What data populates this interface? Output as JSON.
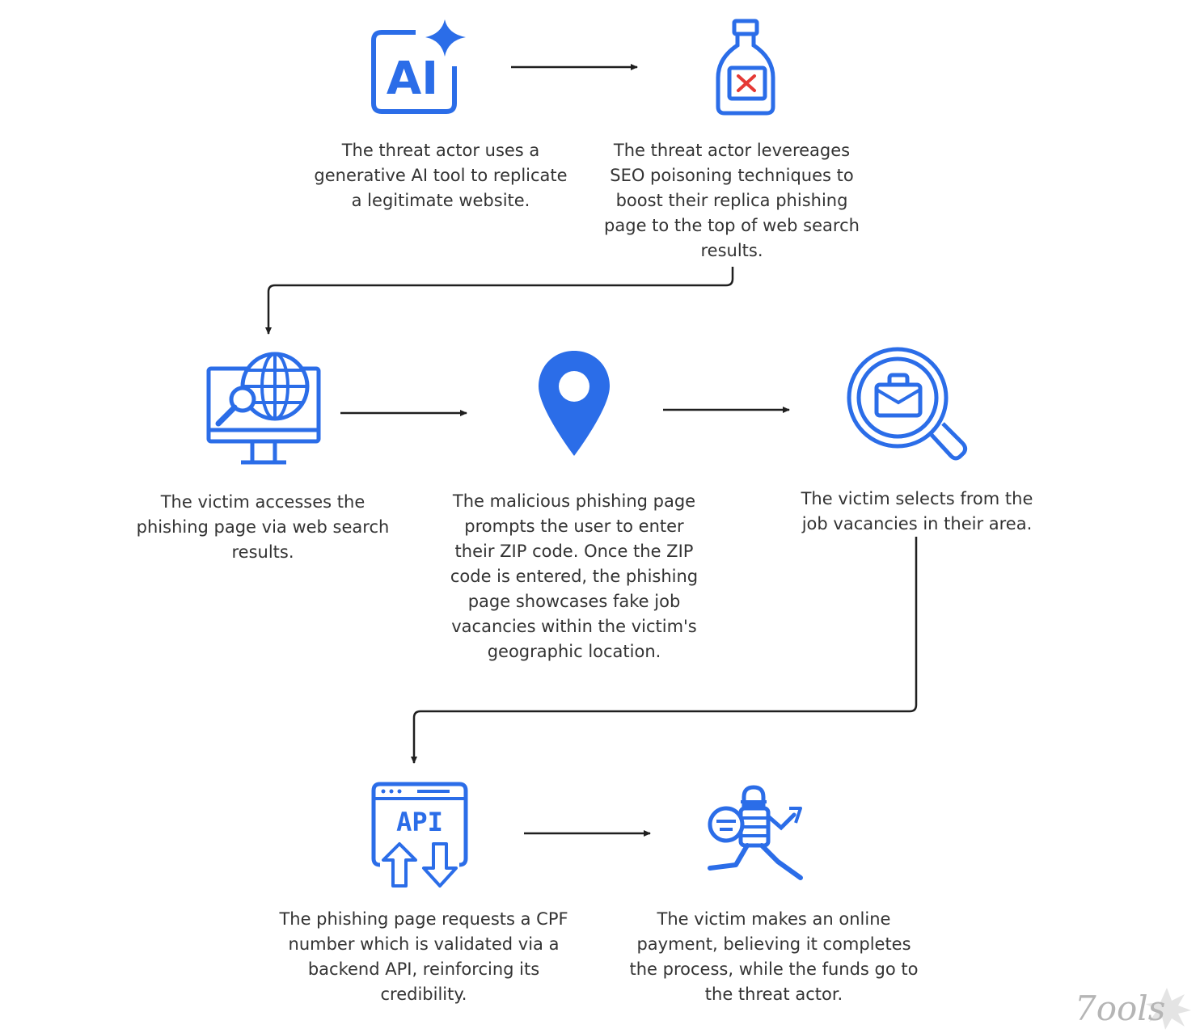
{
  "colors": {
    "icon_blue": "#2b6de8",
    "icon_red": "#e53935",
    "text": "#333333",
    "connector": "#1f1f1f",
    "watermark": "#b5b5b5"
  },
  "steps": [
    {
      "id": "step-1",
      "icon": "ai-sparkle-icon",
      "icon_label": "AI",
      "text": "The threat actor uses a\ngenerative AI tool to replicate\na legitimate website."
    },
    {
      "id": "step-2",
      "icon": "poison-bottle-icon",
      "text": "The threat actor levereages\nSEO poisoning techniques to\nboost their replica phishing\npage to the top of web search\nresults."
    },
    {
      "id": "step-3",
      "icon": "monitor-globe-search-icon",
      "text": "The victim accesses the\nphishing page via web search\nresults."
    },
    {
      "id": "step-4",
      "icon": "location-pin-icon",
      "text": "The malicious phishing page\nprompts the user to enter\ntheir ZIP code. Once the ZIP\ncode is entered, the phishing\npage showcases fake job\nvacancies within the victim's\ngeographic location."
    },
    {
      "id": "step-5",
      "icon": "job-search-magnifier-icon",
      "text": "The victim selects from the\njob vacancies in their area."
    },
    {
      "id": "step-6",
      "icon": "api-window-icon",
      "icon_label": "API",
      "text": "The phishing page requests a CPF\nnumber which is validated via a\nbackend API, reinforcing its\ncredibility."
    },
    {
      "id": "step-7",
      "icon": "thief-running-icon",
      "text": "The victim makes an online\npayment, believing it completes\nthe process, while the funds go to\nthe threat actor."
    }
  ],
  "watermark": {
    "text": "7ools"
  }
}
